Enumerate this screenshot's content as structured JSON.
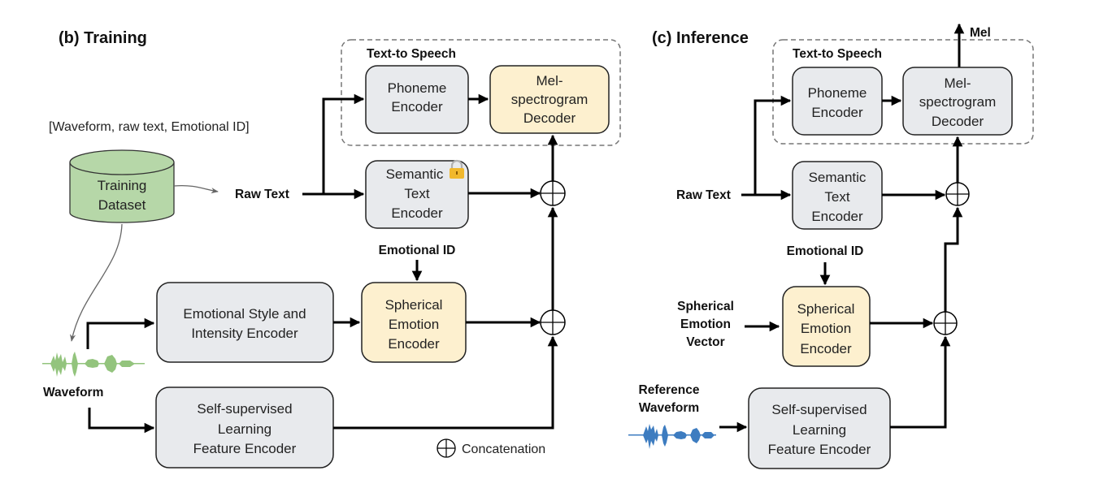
{
  "training": {
    "title": "(b) Training",
    "dataset_caption": "[Waveform, raw text, Emotional ID]",
    "dataset_label": [
      "Training",
      "Dataset"
    ],
    "dataset_color": "#b6d7a8",
    "raw_text": "Raw Text",
    "waveform": "Waveform",
    "waveform_color": "#93c47d",
    "tts_group": "Text-to Speech",
    "phoneme_encoder": [
      "Phoneme",
      "Encoder"
    ],
    "mel_decoder": [
      "Mel-",
      "spectrogram",
      "Decoder"
    ],
    "semantic_encoder": [
      "Semantic",
      "Text",
      "Encoder"
    ],
    "semantic_frozen_icon": "lock-icon",
    "emotional_id": "Emotional ID",
    "style_encoder": [
      "Emotional Style and",
      "Intensity Encoder"
    ],
    "spherical_encoder": [
      "Spherical",
      "Emotion",
      "Encoder"
    ],
    "ssl_encoder": [
      "Self-supervised",
      "Learning",
      "Feature Encoder"
    ],
    "legend_concat": "Concatenation"
  },
  "inference": {
    "title": "(c) Inference",
    "output": "Mel",
    "tts_group": "Text-to Speech",
    "phoneme_encoder": [
      "Phoneme",
      "Encoder"
    ],
    "mel_decoder": [
      "Mel-",
      "spectrogram",
      "Decoder"
    ],
    "raw_text": "Raw Text",
    "semantic_encoder": [
      "Semantic",
      "Text",
      "Encoder"
    ],
    "emotional_id": "Emotional ID",
    "spherical_vector": [
      "Spherical",
      "Emotion",
      "Vector"
    ],
    "spherical_encoder": [
      "Spherical",
      "Emotion",
      "Encoder"
    ],
    "reference_waveform": [
      "Reference",
      "Waveform"
    ],
    "waveform_color": "#3d7cc0",
    "ssl_encoder": [
      "Self-supervised",
      "Learning",
      "Feature Encoder"
    ]
  },
  "colors": {
    "encoder_gray": "#e8eaed",
    "encoder_yellow": "#fdf0cf"
  }
}
